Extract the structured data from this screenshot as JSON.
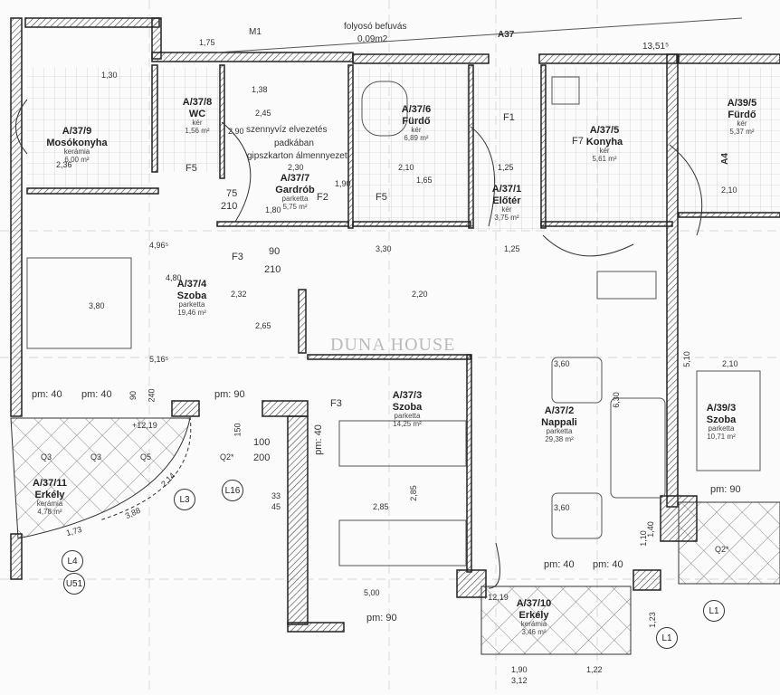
{
  "header": {
    "corridor_note": "folyosó befuvás",
    "corridor_area": "0,09m2",
    "section_mark": "A37",
    "door_mark": "M1",
    "total_width": "13,51⁵",
    "axis_mark": "A4"
  },
  "watermark": "DUNA HOUSE",
  "notes": {
    "sewage": "szennyvíz elvezetés",
    "sewage2": "padkában",
    "ceiling": "gipszkarton álmennyezet"
  },
  "rooms": [
    {
      "code": "A/37/9",
      "name": "Mosókonyha",
      "material": "kerámia",
      "area": "6,00 m²"
    },
    {
      "code": "A/37/8",
      "name": "WC",
      "material": "kér",
      "area": "1,56 m²"
    },
    {
      "code": "A/37/7",
      "name": "Gardrób",
      "material": "parketta",
      "area": "5,75 m²"
    },
    {
      "code": "A/37/6",
      "name": "Fürdő",
      "material": "kér",
      "area": "6,89 m²"
    },
    {
      "code": "A/37/1",
      "name": "Előtér",
      "material": "kér",
      "area": "3,75 m²"
    },
    {
      "code": "A/37/5",
      "name": "Konyha",
      "material": "kér",
      "area": "5,61 m²"
    },
    {
      "code": "A/39/5",
      "name": "Fürdő",
      "material": "kér",
      "area": "5,37 m²"
    },
    {
      "code": "A/37/4",
      "name": "Szoba",
      "material": "parketta",
      "area": "19,46 m²"
    },
    {
      "code": "A/37/3",
      "name": "Szoba",
      "material": "parketta",
      "area": "14,25 m²"
    },
    {
      "code": "A/37/2",
      "name": "Nappali",
      "material": "parketta",
      "area": "29,38 m²"
    },
    {
      "code": "A/39/3",
      "name": "Szoba",
      "material": "parketta",
      "area": "10,71 m²"
    },
    {
      "code": "A/37/11",
      "name": "Erkély",
      "material": "kerámia",
      "area": "4,78 m²"
    },
    {
      "code": "A/37/10",
      "name": "Erkély",
      "material": "kerámia",
      "area": "3,46 m²"
    }
  ],
  "tags": [
    "L3",
    "L4",
    "U51",
    "L16",
    "L1",
    "L1"
  ],
  "dims": [
    "1,75",
    "1,30",
    "1,38",
    "2,45",
    "2,90",
    "2,36",
    "75",
    "210",
    "F5",
    "F5",
    "F2",
    "F1",
    "F7",
    "F3",
    "F3",
    "2,30",
    "1,80",
    "1,90",
    "2,10",
    "1,65",
    "1,25",
    "2,10",
    "4,96⁵",
    "3,30",
    "1,25",
    "90",
    "210",
    "4,80",
    "3,80",
    "2,32",
    "2,65",
    "2,20",
    "5,16⁵",
    "pm: 40",
    "pm: 40",
    "pm: 90",
    "pm: 40",
    "pm: 40",
    "pm: 90",
    "pm: 40",
    "pm: 90",
    "+12,19",
    "+12,19",
    "Q3",
    "Q3",
    "Q5",
    "Q2*",
    "Q2*",
    "100",
    "200",
    "2,85",
    "5,00",
    "2,85",
    "3,60",
    "3,60",
    "6,30",
    "5,10",
    "2,10",
    "1,90",
    "3,12",
    "1,22",
    "1,23",
    "1,10",
    "1,40",
    "240",
    "90",
    "150",
    "3,88",
    "1,73",
    "2,14",
    "33",
    "45"
  ]
}
